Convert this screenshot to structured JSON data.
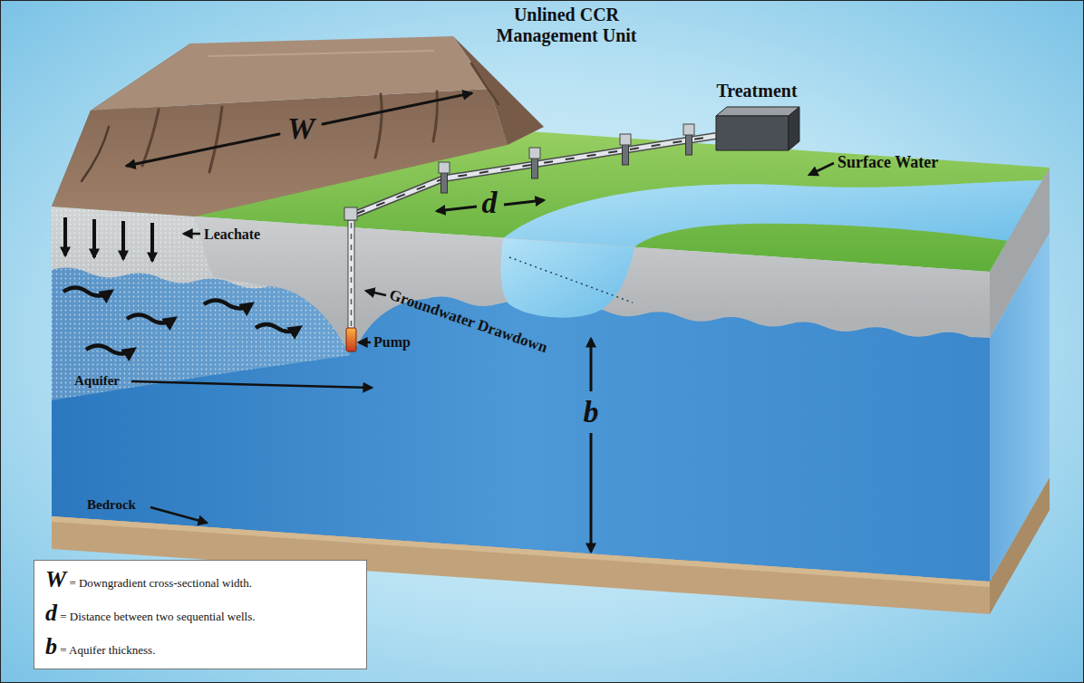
{
  "diagram": {
    "nodes": [
      {
        "text": [
          "Unlined CCR Management Unit"
        ]
      },
      {
        "text": [
          "Treatment"
        ]
      },
      {
        "text": [
          "W = Downgradient cross-sectional width.",
          "d = Distance between two sequential wells.",
          "b = Aquifer thickness."
        ]
      }
    ],
    "labels": [
      "W",
      "d",
      "Surface Water",
      "Leachate",
      "Groundwater Drawdown",
      "Pump",
      "Aquifer",
      "b",
      "Bedrock"
    ]
  }
}
